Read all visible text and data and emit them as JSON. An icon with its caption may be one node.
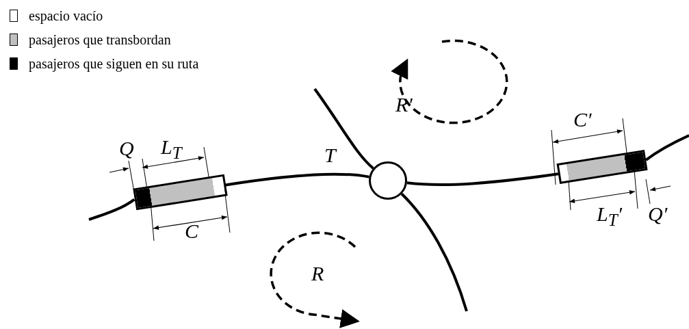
{
  "diagram": {
    "nodes": [
      {
        "text": [],
        "shape": "bar"
      },
      {
        "text": [],
        "shape": "circle"
      },
      {
        "text": [],
        "shape": "bar"
      }
    ],
    "edges": [
      {
        "from": 0,
        "to": 1,
        "arrow": "none"
      },
      {
        "from": 1,
        "to": 2,
        "arrow": "none"
      },
      {
        "from": null,
        "to": 0,
        "arrow": "none"
      },
      {
        "from": 2,
        "to": null,
        "arrow": "none"
      },
      {
        "from": null,
        "to": 1,
        "arrow": "none"
      },
      {
        "from": 1,
        "to": null,
        "arrow": "none"
      }
    ],
    "labels": [
      "R′",
      "C′",
      "L$_{T}$",
      "Q",
      "T",
      "C",
      "L$_{T}$′",
      "Q′",
      "R"
    ],
    "legend": [
      {
        "text": "espacio vacío",
        "color": "#ffffff"
      },
      {
        "text": "pasajeros que transbordan",
        "color": "#c0c0c0"
      },
      {
        "text": "pasajeros que siguen en su ruta",
        "color": "#000000"
      }
    ]
  }
}
